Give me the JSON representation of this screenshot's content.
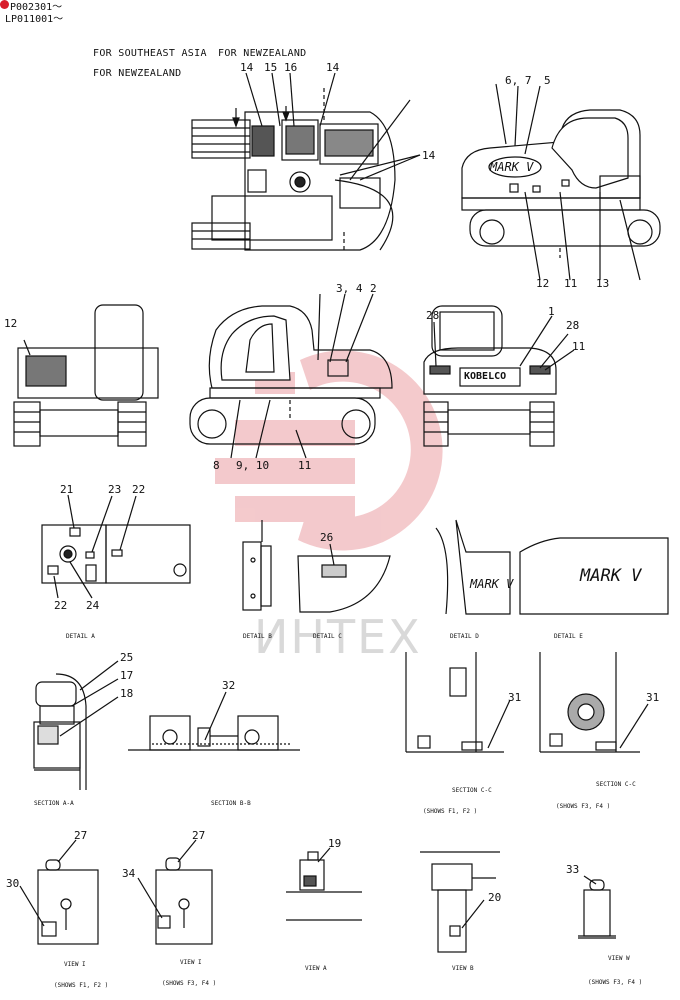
{
  "header": {
    "codes": [
      "P002301～",
      "LP011001～"
    ]
  },
  "notes": [
    "FOR SOUTHEAST ASIA",
    "FOR NEWZEALAND",
    "FOR NEWZEALAND"
  ],
  "brand": {
    "logo": "KOBELCO",
    "model": "MARK V",
    "model_small": "MARK V"
  },
  "watermark": "ИНТЕХ",
  "callouts": {
    "a1": "14",
    "a2": "15",
    "a3": "16",
    "a4": "14",
    "a5": "14",
    "b1": "6, 7",
    "b2": "5",
    "b3": "12",
    "b4": "11",
    "b5": "13",
    "c1": "12",
    "d1": "3, 4",
    "d2": "2",
    "d3": "8",
    "d4": "9, 10",
    "d5": "11",
    "e1": "28",
    "e2": "1",
    "e3": "28",
    "e4": "11",
    "f1": "21",
    "f2": "23",
    "f3": "22",
    "f4": "22",
    "f5": "24",
    "g1": "26",
    "h1": "25",
    "h2": "17",
    "h3": "18",
    "h4": "32",
    "h5": "31",
    "h6": "31",
    "i1": "27",
    "i2": "27",
    "i3": "30",
    "i4": "34",
    "i5": "19",
    "i6": "20",
    "i7": "33"
  },
  "captions": {
    "detail_a": "DETAIL A",
    "detail_b": "DETAIL B",
    "detail_c": "DETAIL C",
    "detail_d": "DETAIL D",
    "detail_e": "DETAIL E",
    "section_aa": "SECTION A-A",
    "section_bb": "SECTION B-B",
    "section_cc1": "SECTION C-C",
    "section_cc2": "SECTION C-C",
    "shows1": "(SHOWS F1, F2 )",
    "shows2": "(SHOWS F3, F4 )",
    "view1": "VIEW I",
    "view2": "VIEW I",
    "view3": "VIEW A",
    "view4": "VIEW B",
    "view5": "VIEW W",
    "shows3": "(SHOWS F1, F2 )",
    "shows4": "(SHOWS F3, F4 )",
    "shows5": "(SHOWS F3, F4 )"
  }
}
